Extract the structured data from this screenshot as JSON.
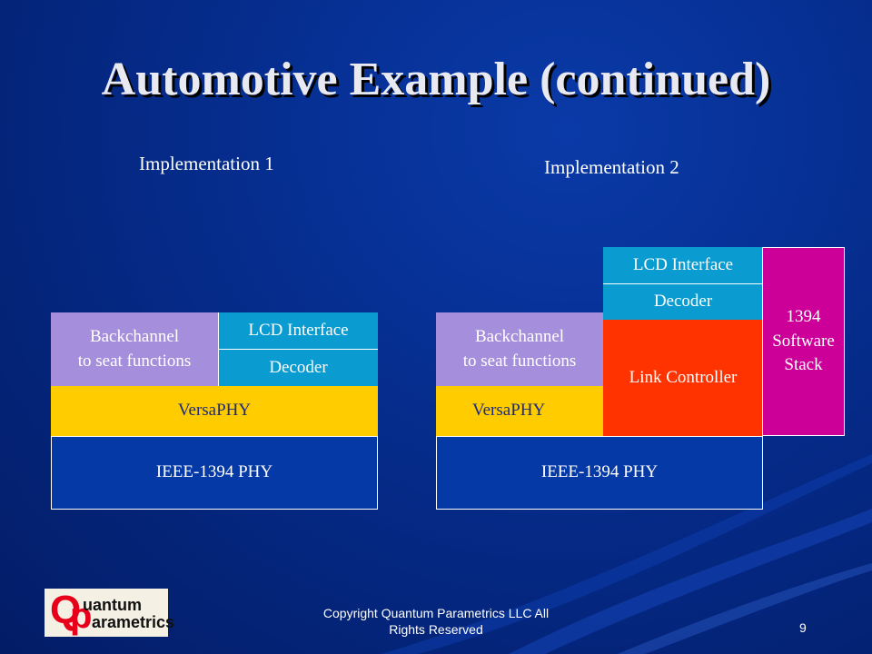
{
  "slide": {
    "title": "Automotive Example (continued)",
    "page_number": "9",
    "copyright_line1": "Copyright Quantum Parametrics LLC All",
    "copyright_line2": "Rights Reserved"
  },
  "logo": {
    "line1": "uantum",
    "line2": "arametrics"
  },
  "implementation1": {
    "label": "Implementation 1",
    "backchannel_line1": "Backchannel",
    "backchannel_line2": "to seat functions",
    "lcd": "LCD Interface",
    "decoder": "Decoder",
    "versaphy": "VersaPHY",
    "phy": "IEEE-1394 PHY"
  },
  "implementation2": {
    "label": "Implementation 2",
    "backchannel_line1": "Backchannel",
    "backchannel_line2": "to seat functions",
    "lcd": "LCD Interface",
    "decoder": "Decoder",
    "link": "Link Controller",
    "software_line1": "1394",
    "software_line2": "Software",
    "software_line3": "Stack",
    "versaphy": "VersaPHY",
    "phy": "IEEE-1394 PHY"
  },
  "colors": {
    "background": "#062f92",
    "versaphy": "#ffcc00",
    "backchannel": "#a58fdc",
    "lcd_decoder": "#0a9bd0",
    "link_controller": "#ff3300",
    "software_stack": "#cc0099",
    "phy": "#0539a5"
  }
}
